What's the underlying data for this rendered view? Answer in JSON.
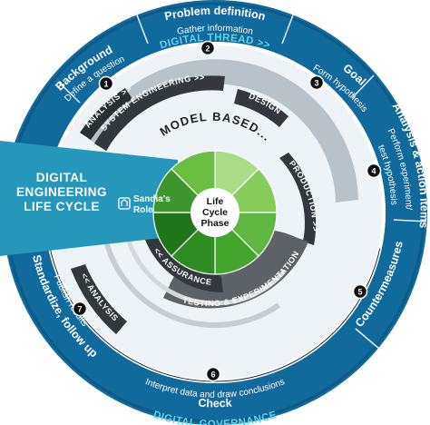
{
  "segments": {
    "problem": {
      "title": "Problem definition",
      "subtitle": "Gather information",
      "number": "2"
    },
    "goal": {
      "title": "Goal",
      "subtitle": "Form hypothesis",
      "number": "3"
    },
    "analysis_action": {
      "title": "Analysis & action items",
      "subtitle1": "Perform experiment/",
      "subtitle2": "test hypothesis",
      "number": "4"
    },
    "countermeasures": {
      "title": "Countermeasures",
      "number": "5"
    },
    "check": {
      "title": "Check",
      "subtitle": "Interpret data and draw conclusions",
      "number": "6"
    },
    "standardize": {
      "title": "Standardize, follow up",
      "subtitle": "Publish results",
      "number": "7"
    },
    "background": {
      "title": "Background",
      "subtitle": "Define a question",
      "number": "1"
    }
  },
  "outer_labels": {
    "digital_thread": "DIGITAL THREAD >>",
    "digital_governance": "DIGITAL GOVERNANCE"
  },
  "inner_bands": {
    "analysis_top": "ANALYSIS >>",
    "system_engineering": "SYSTEM ENGINEERING >>",
    "design": "DESIGN",
    "production": "PRODUCTION >>",
    "testing": "TESTING & EXPERIMENTATION",
    "assurance": "<< ASSURANCE",
    "analysis_bottom": "<< ANALYSIS"
  },
  "model_based": "MODEL BASED...",
  "core": {
    "line1": "Life",
    "line2": "Cycle",
    "line3": "Phase"
  },
  "digital_engineering": {
    "line1": "DIGITAL",
    "line2": "ENGINEERING",
    "line3": "LIFE CYCLE"
  },
  "sandia_role": {
    "line1": "Sandia's",
    "line2": "Role"
  },
  "colors": {
    "outer_ring": "#116a9c",
    "outer_ring_dark": "#0d5a86",
    "light_ring": "#e9f0f5",
    "blue_wedge": "#2597bb",
    "greens": [
      "#a8dc86",
      "#86cc5a",
      "#5fb640",
      "#44a52e",
      "#2f8c22",
      "#21751a",
      "#3f962f",
      "#6abf43"
    ]
  }
}
